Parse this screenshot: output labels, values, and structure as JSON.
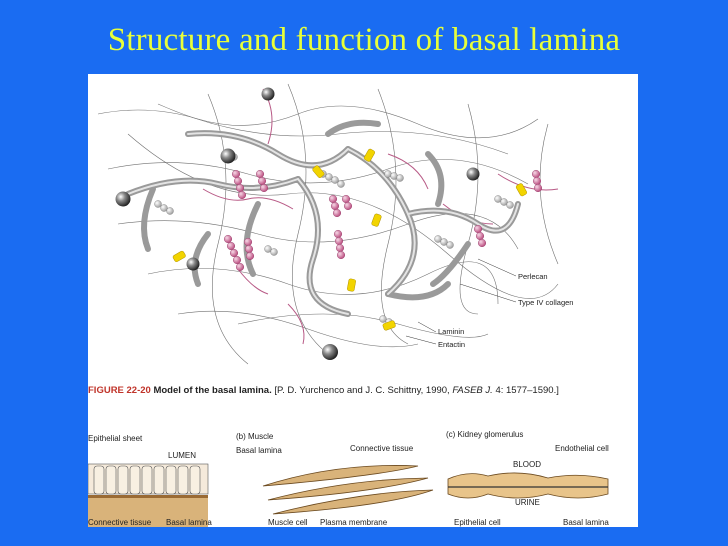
{
  "slide": {
    "title": "Structure and function of basal lamina",
    "background_color": "#1a6cf2",
    "title_color": "#e8ff3a"
  },
  "figure": {
    "model_labels": {
      "perlecan": "Perlecan",
      "collagen": "Type IV collagen",
      "laminin": "Laminin",
      "entactin": "Entactin"
    },
    "caption": {
      "fig_number": "FIGURE 22-20",
      "title": "Model of the basal lamina.",
      "citation_prefix": "[P. D. Yurchenco and J. C. Schittny, 1990,",
      "journal": "FASEB J.",
      "citation_suffix": "4: 1577–1590.]"
    },
    "panel_a": {
      "title": "Epithelial sheet",
      "lumen": "LUMEN",
      "connective": "Connective tissue",
      "basal": "Basal lamina"
    },
    "panel_b": {
      "title": "(b) Muscle",
      "basal": "Basal lamina",
      "connective": "Connective tissue",
      "muscle_cell": "Muscle cell",
      "plasma": "Plasma membrane"
    },
    "panel_c": {
      "title": "(c) Kidney glomerulus",
      "endothelial": "Endothelial cell",
      "blood": "BLOOD",
      "urine": "URINE",
      "epithelial": "Epithelial cell",
      "basal": "Basal lamina"
    },
    "colors": {
      "collagen": "#9a9a9a",
      "perlecan": "#b85a86",
      "laminin": "#f2d400",
      "muscle": "#d9b37a"
    }
  }
}
